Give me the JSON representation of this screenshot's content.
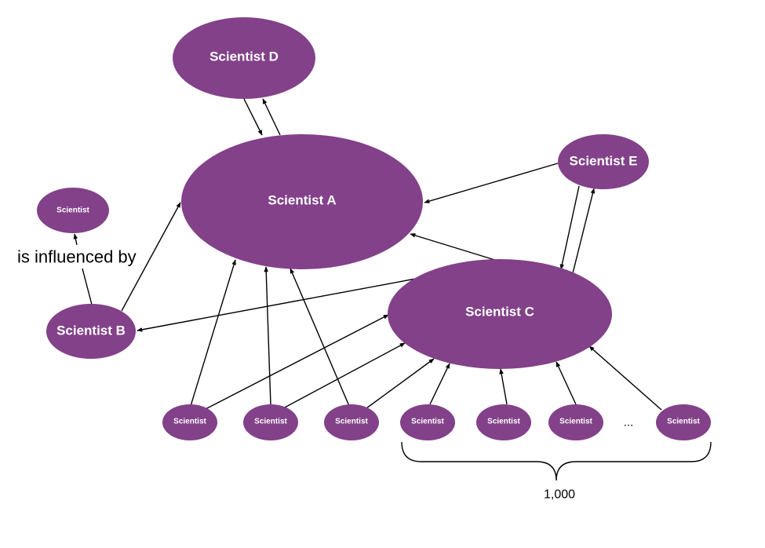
{
  "colors": {
    "node": "#824189",
    "label": "#ffffff",
    "edge": "#000000"
  },
  "nodes": {
    "scientist_a": "Scientist A",
    "scientist_b": "Scientist B",
    "scientist_c": "Scientist C",
    "scientist_d": "Scientist D",
    "scientist_e": "Scientist E",
    "legend_node": "Scientist",
    "row": [
      "Scientist",
      "Scientist",
      "Scientist",
      "Scientist",
      "Scientist",
      "Scientist",
      "Scientist"
    ]
  },
  "legend": {
    "relation_label": "is influenced by"
  },
  "ellipsis": "...",
  "brace_count": "1,000"
}
